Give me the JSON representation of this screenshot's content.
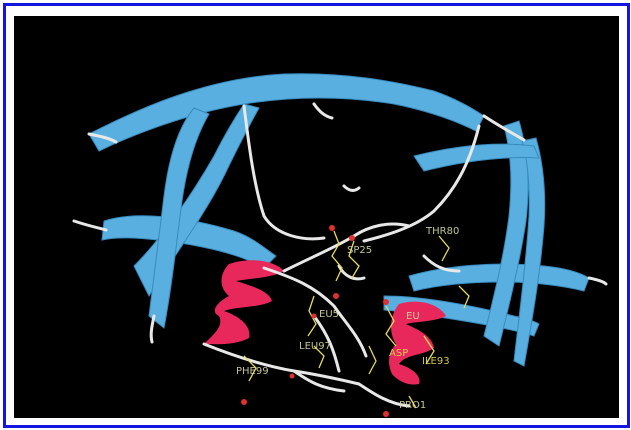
{
  "colors": {
    "frame": "#1515e0",
    "background": "#000000",
    "sheet": "#5cb6e8",
    "helix": "#e8285a",
    "coil": "#e8e8e8",
    "sidechain": "#e6dc55",
    "oxygen": "#e03030"
  },
  "labels": [
    {
      "key": "asp25",
      "text": "SP25"
    },
    {
      "key": "thr80",
      "text": "THR80"
    },
    {
      "key": "leu5",
      "text": "EU5"
    },
    {
      "key": "leu",
      "text": "EU"
    },
    {
      "key": "leu97",
      "text": "LEU97"
    },
    {
      "key": "phe99",
      "text": "PHE99"
    },
    {
      "key": "asp",
      "text": "ASP"
    },
    {
      "key": "ile93",
      "text": "ILE93"
    },
    {
      "key": "pro1",
      "text": "PRO1"
    }
  ]
}
